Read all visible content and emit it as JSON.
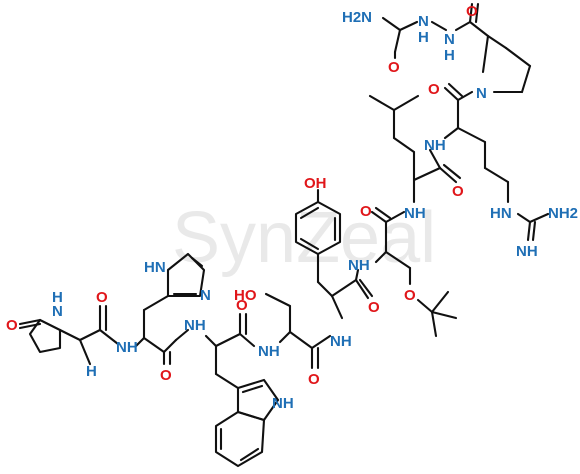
{
  "watermark": "SynZeal",
  "labels": {
    "nh2_top": "H2N",
    "nh_hyd1": "N",
    "h_hyd1": "H",
    "nh_hyd2": "N",
    "h_hyd2": "H",
    "o_urea": "O",
    "o_pro": "O",
    "n_pro": "N",
    "o_arg": "O",
    "nh_arg": "NH",
    "nh_leu": "NH",
    "o_leu": "O",
    "oh_tyr": "OH",
    "nh_guan": "HN",
    "nh2_guan": "NH2",
    "nh_imine": "NH",
    "o_ser_tbu": "O",
    "nh_ser": "NH",
    "o_tyr": "O",
    "ho_ser": "HO",
    "nh_tyr": "NH",
    "o_ser": "O",
    "nh_his_ring": "HN",
    "n_his_ring": "N",
    "nh_trp": "NH",
    "o_trp": "O",
    "nh_his": "NH",
    "o_his": "O",
    "nh_pglu": "N",
    "h_pglu_n": "H",
    "o_pglu_ring": "O",
    "o_pglu": "O",
    "h_pglu": "H",
    "nh_indole": "NH",
    "nh_ser2": "NH"
  },
  "colors": {
    "nitrogen": "#1f6fb5",
    "oxygen": "#e0161a",
    "bond": "#111111"
  }
}
